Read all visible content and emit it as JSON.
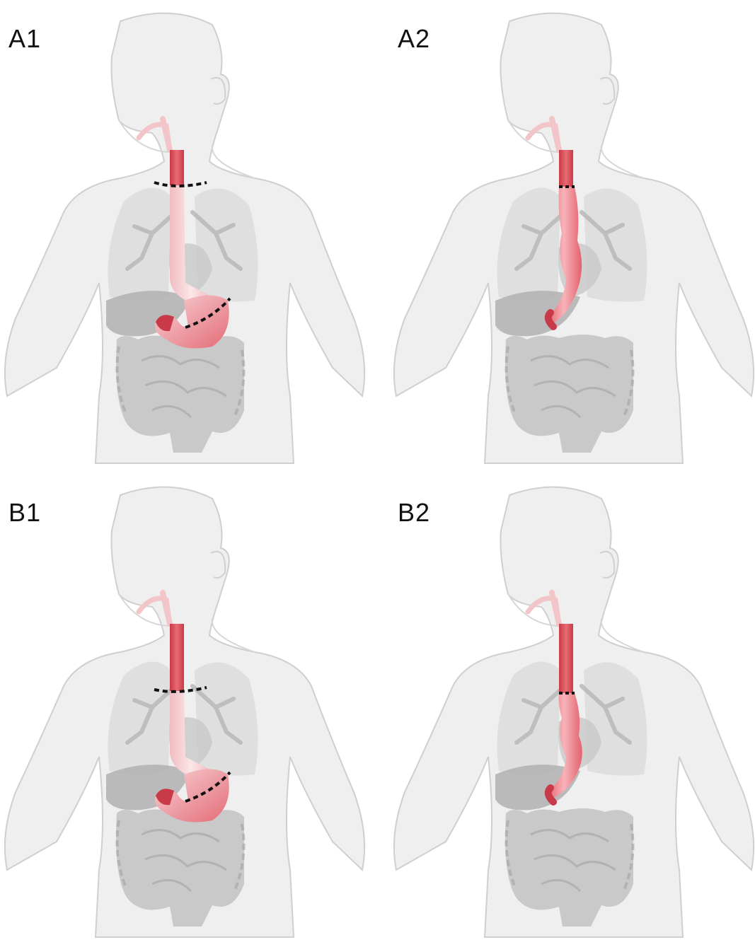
{
  "panels": [
    {
      "id": "a1",
      "label": "A1",
      "variant": "stomach"
    },
    {
      "id": "a2",
      "label": "A2",
      "variant": "conduit"
    },
    {
      "id": "b1",
      "label": "B1",
      "variant": "stomach"
    },
    {
      "id": "b2",
      "label": "B2",
      "variant": "conduit"
    }
  ],
  "colors": {
    "body_fill": "#efefef",
    "body_stroke": "#c9c9c9",
    "organ_gray": "#bdbdbd",
    "esophagus_red": "#d9545f",
    "esophagus_pale": "#f4cfd2",
    "cut_line": "#111111"
  }
}
